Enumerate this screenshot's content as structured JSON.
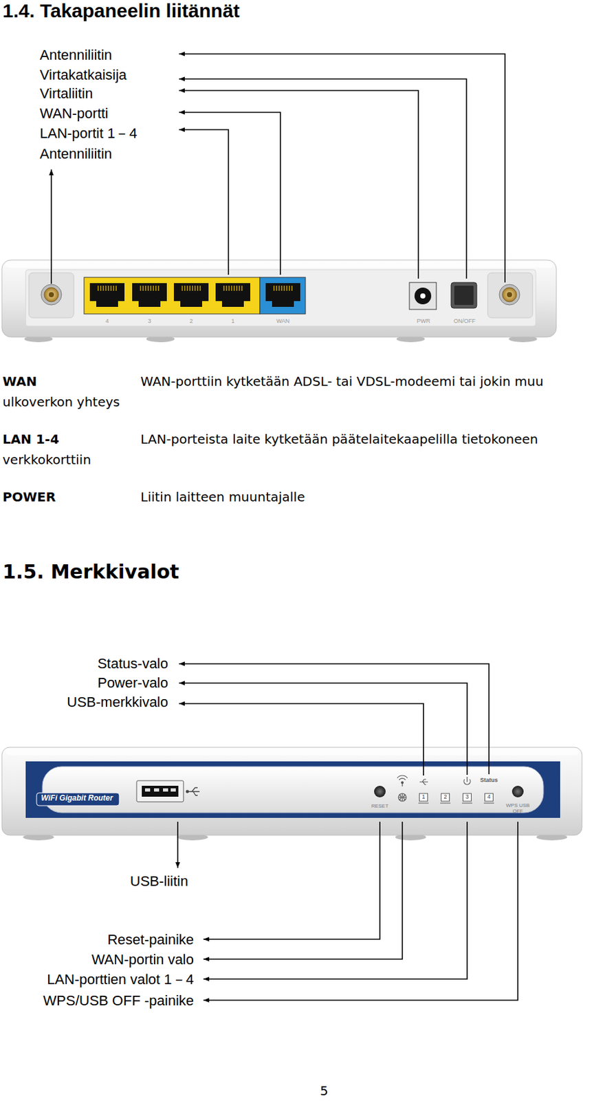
{
  "diagram": {
    "title": "1.4. Takapaneelin liitännät",
    "labels": [
      "Antenniliitin",
      "Virtakatkaisija",
      "Virtaliitin",
      "WAN-portti",
      "LAN-portit 1－4",
      "Antenniliitin",
      "4",
      "3",
      "2",
      "1",
      "WAN",
      "PWR",
      "ON/OFF",
      "WAN",
      "WAN-porttiin kytketään ADSL- tai VDSL-modeemi tai jokin muu ulkoverkon yhteys",
      "LAN 1-4",
      "LAN-porteista laite kytketään päätelaitekaapelilla tietokoneen verkkokorttiin",
      "POWER",
      "Liitin laitteen muuntajalle",
      "1.5. Merkkivalot",
      "Status-valo",
      "Power-valo",
      "USB-merkkivalo",
      "WiFi Gigabit Router",
      "RESET",
      "1",
      "2",
      "3",
      "4",
      "Status",
      "WPS USB OFF",
      "USB-liitin",
      "Reset-painike",
      "WAN-portin valo",
      "LAN-porttien valot 1－4",
      "WPS/USB OFF -painike",
      "5"
    ]
  }
}
